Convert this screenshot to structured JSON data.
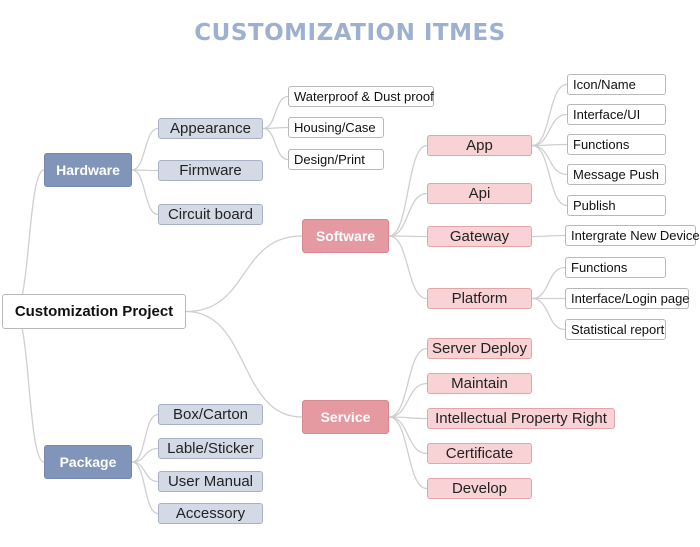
{
  "title": "CUSTOMIZATION ITMES",
  "root": "Customization Project",
  "hardware": {
    "label": "Hardware",
    "items": [
      "Appearance",
      "Firmware",
      "Circuit board"
    ],
    "appearance_items": [
      "Waterproof & Dust proof",
      "Housing/Case",
      "Design/Print"
    ]
  },
  "package": {
    "label": "Package",
    "items": [
      "Box/Carton",
      "Lable/Sticker",
      "User Manual",
      "Accessory"
    ]
  },
  "software": {
    "label": "Software",
    "items": [
      "App",
      "Api",
      "Gateway",
      "Platform"
    ],
    "app_items": [
      "Icon/Name",
      "Interface/UI",
      "Functions",
      "Message Push",
      "Publish"
    ],
    "gateway_items": [
      "Intergrate New Device"
    ],
    "platform_items": [
      "Functions",
      "Interface/Login page",
      "Statistical report"
    ]
  },
  "service": {
    "label": "Service",
    "items": [
      "Server Deploy",
      "Maintain",
      "Intellectual Property Right",
      "Certificate",
      "Develop"
    ]
  },
  "colors": {
    "title": "#9db0cf",
    "hardware_dark": "#8195bb",
    "hardware_light": "#d3dae6",
    "software_dark": "#e59aa1",
    "software_light": "#f8d2d5",
    "connector": "#cfcfcf"
  }
}
